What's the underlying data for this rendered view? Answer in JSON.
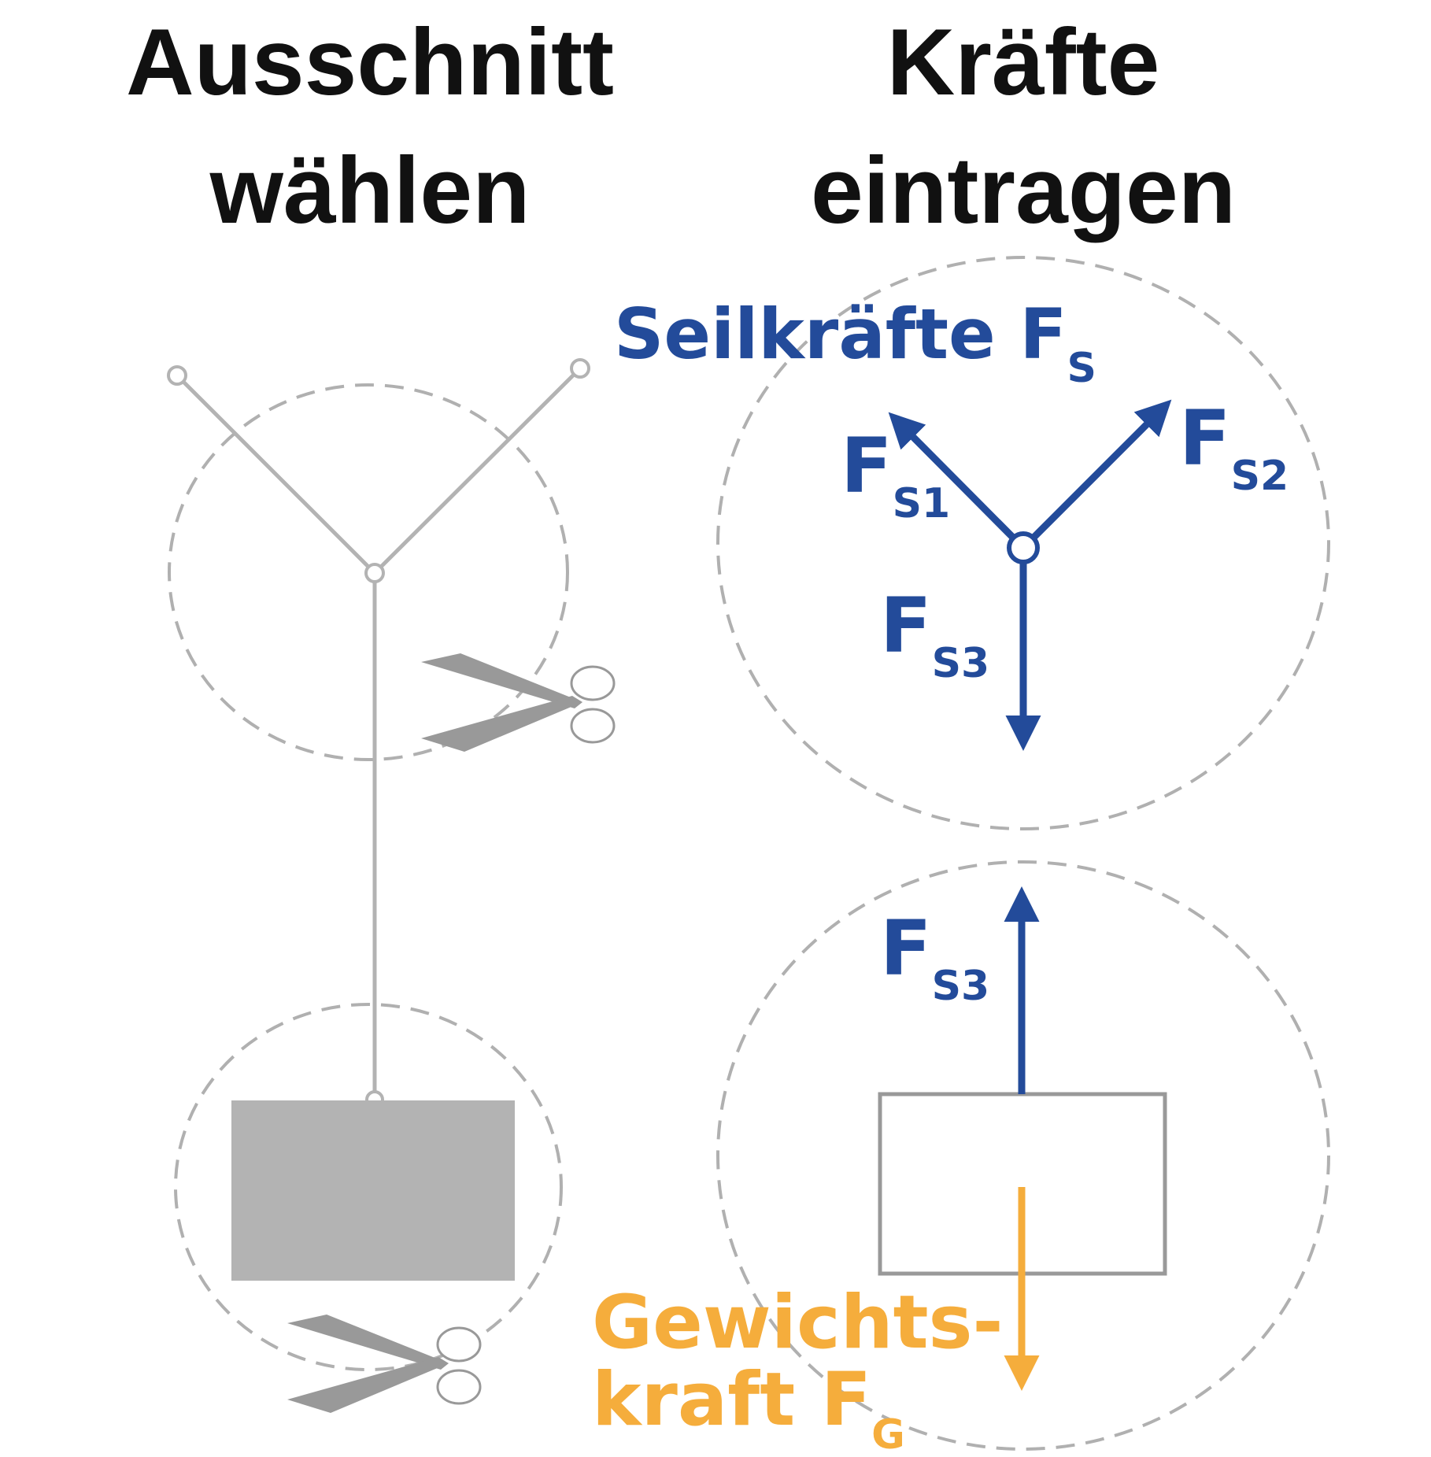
{
  "headings": {
    "left_line1": "Ausschnitt",
    "left_line2": "wählen",
    "right_line1": "Kräfte",
    "right_line2": "eintragen"
  },
  "labels": {
    "seilkraefte": "Seilkräfte F",
    "seilkraefte_sub": "S",
    "fs1": "F",
    "fs1_sub": "S1",
    "fs2": "F",
    "fs2_sub": "S2",
    "fs3_top": "F",
    "fs3_top_sub": "S3",
    "fs3_bottom": "F",
    "fs3_bottom_sub": "S3",
    "gewichts_line1": "Gewichts-",
    "gewichts_line2": "kraft F",
    "gewichts_sub": "G"
  },
  "colors": {
    "rope_force": "#234b9a",
    "weight_force": "#f5ad3c",
    "structure_gray": "#b3b3b3",
    "dashed_circle": "#b0b0b0",
    "heading": "#111111"
  },
  "icons": [
    "scissors-icon",
    "scissors-icon"
  ]
}
